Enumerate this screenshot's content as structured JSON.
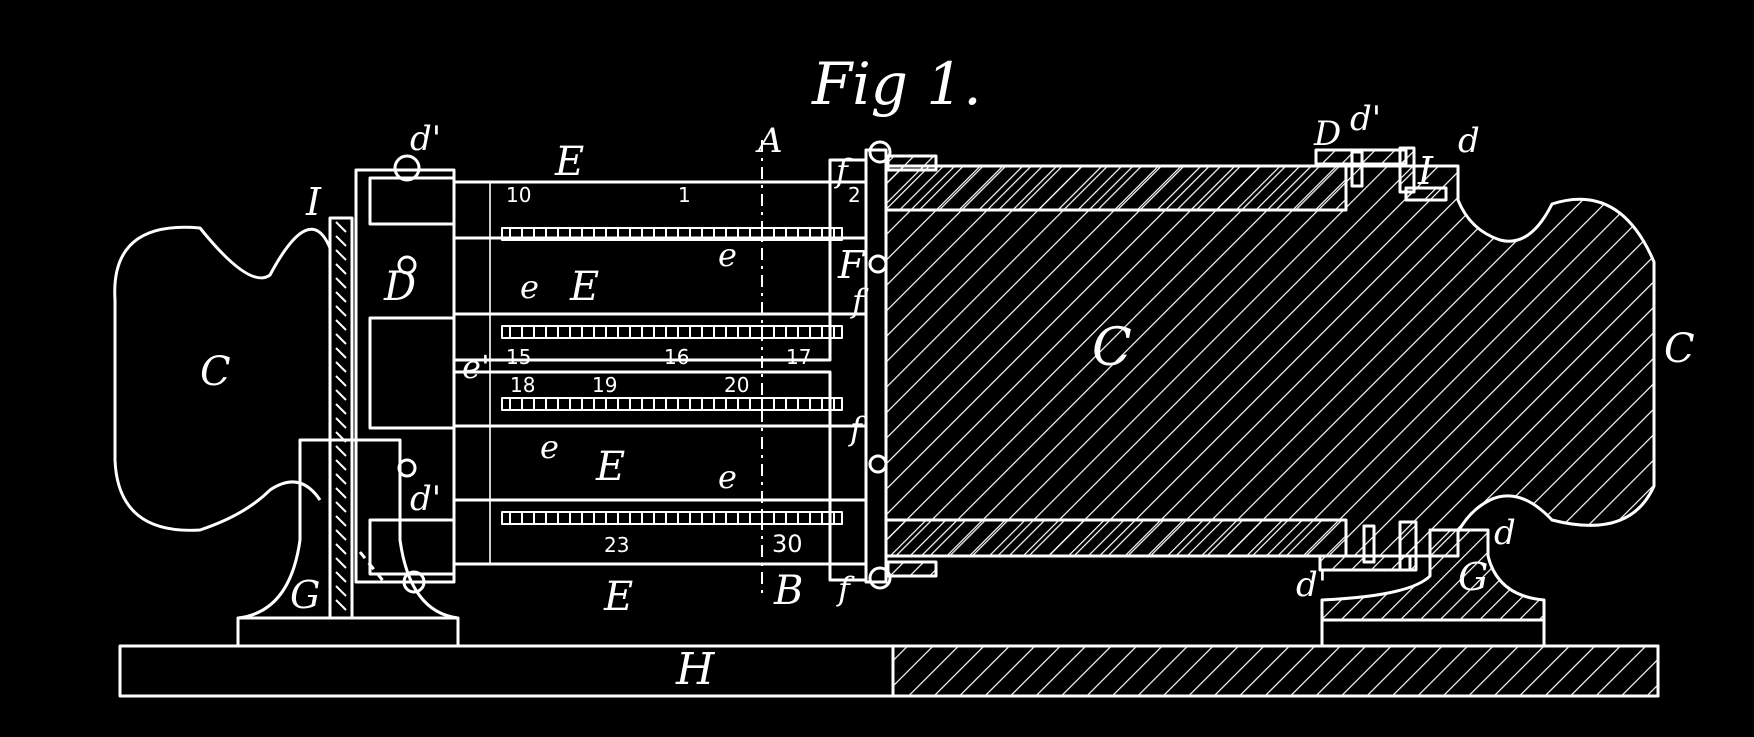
{
  "figure": {
    "title": "Fig 1.",
    "labels": {
      "C_left": "C",
      "C_center": "C",
      "C_right": "C",
      "D_left": "D",
      "D_top_right": "D",
      "d_prime_top_left": "d'",
      "d_prime_left_mid": "d'",
      "d_prime_top_right": "d'",
      "d_prime_bottom_right": "d'",
      "d_top_right": "d",
      "d_bottom_right": "d",
      "I_left": "I",
      "I_right": "I",
      "E_top": "E",
      "E_mid_upper": "E",
      "E_mid_lower": "E",
      "E_bottom": "E",
      "e_upper": "e",
      "e_mid_upper": "e",
      "e_prime": "e'",
      "e_mid_lower": "e",
      "e_lower": "e",
      "A": "A",
      "B": "B",
      "F": "F",
      "f_1": "f",
      "f_2": "f",
      "f_3": "f",
      "f_4": "f",
      "G_left": "G",
      "G_right": "G",
      "H": "H"
    },
    "scale_numbers": {
      "s1_a": "10",
      "s1_b": "1",
      "s1_c": "2",
      "s2_a": "15",
      "s2_b": "16",
      "s2_c": "17",
      "s3_a": "18",
      "s3_b": "19",
      "s3_c": "20",
      "s4_a": "23",
      "s4_b": "30"
    }
  }
}
